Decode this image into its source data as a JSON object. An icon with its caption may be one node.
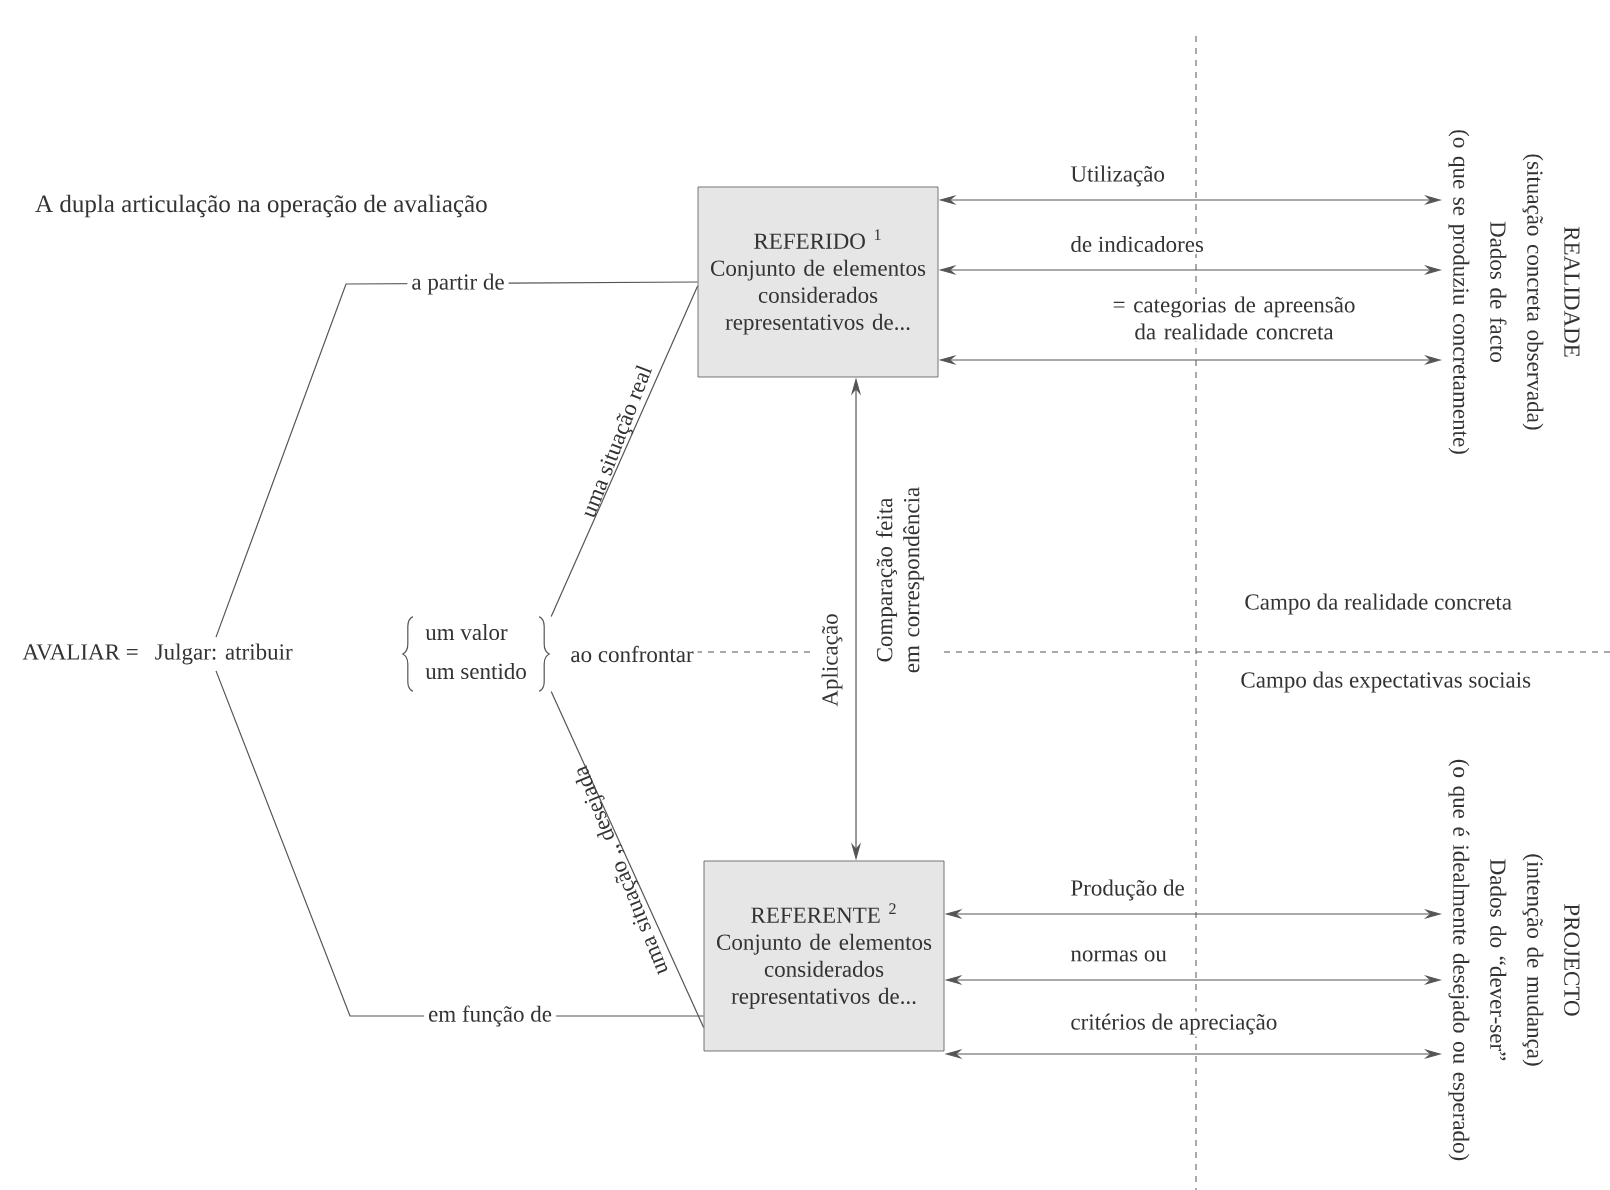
{
  "diagram": {
    "title": "A dupla articulação na operação de avaliação",
    "nodes": [
      {
        "text": [
          "REFERIDO $^{1}$",
          "Conjunto de elementos considerados representativos de..."
        ]
      },
      {
        "text": [
          "REFERENTE $^{2}$",
          "Conjunto de elementos considerados representativos de..."
        ]
      },
      {
        "text": [
          "REALIDADE",
          "(situação concreta observada)",
          "Dados de facto",
          "(o que se produziu concretamente)"
        ]
      },
      {
        "text": [
          "PROJECTO",
          "(intenção de mudança)",
          "Dados do “dever-ser”",
          "(o que é idealmente desejado ou esperado)"
        ]
      },
      {
        "text": [
          "AVALIAR =",
          "Julgar: atribuir"
        ]
      },
      {
        "text": [
          "um valor",
          "um sentido"
        ]
      }
    ],
    "edges": [
      {
        "from": 4,
        "to": 0,
        "arrow": "none",
        "label": "a partir de"
      },
      {
        "from": 4,
        "to": 1,
        "arrow": "none",
        "label": "em função de"
      },
      {
        "from": 5,
        "to": 0,
        "arrow": "none",
        "label": "uma situação real"
      },
      {
        "from": 5,
        "to": 1,
        "arrow": "none",
        "label": "uma situação ,, desejada"
      },
      {
        "from": 0,
        "to": 1,
        "arrow": "both",
        "label": "Aplicação"
      },
      {
        "from": 0,
        "to": 2,
        "arrow": "both",
        "label": "Utilização"
      },
      {
        "from": 0,
        "to": 2,
        "arrow": "both",
        "label": "de indicadores"
      },
      {
        "from": 0,
        "to": 2,
        "arrow": "both",
        "label": "= categorias de apreensão da realidade concreta"
      },
      {
        "from": 1,
        "to": 3,
        "arrow": "both",
        "label": "Produção de"
      },
      {
        "from": 1,
        "to": 3,
        "arrow": "both",
        "label": "normas ou"
      },
      {
        "from": 1,
        "to": 3,
        "arrow": "both",
        "label": "critérios de apreciação"
      }
    ],
    "labels": [
      "ao confrontar",
      "Comparação feita em correspondência",
      "Campo da realidade concreta",
      "Campo das expectativas sociais"
    ]
  }
}
